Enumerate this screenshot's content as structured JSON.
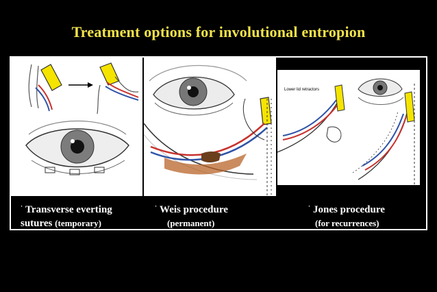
{
  "slide": {
    "title": "Treatment options for involutional entropion",
    "bullet": "·"
  },
  "panels": [
    {
      "id": "transverse",
      "caption_main": "Transverse everting",
      "caption_sub_bold": "sutures",
      "caption_sub_note": "(temporary)"
    },
    {
      "id": "weis",
      "caption_main": "Weis procedure",
      "caption_sub": "(permanent)"
    },
    {
      "id": "jones",
      "caption_main": "Jones procedure",
      "caption_sub": "(for recurrences)",
      "illustration_label": "Lower lid retractors"
    }
  ],
  "colors": {
    "background": "#000000",
    "title": "#f2e34a",
    "caption": "#ffffff",
    "tarsus": "#f5e400",
    "vessel_red": "#c8322e",
    "vessel_blue": "#2f54a8"
  }
}
